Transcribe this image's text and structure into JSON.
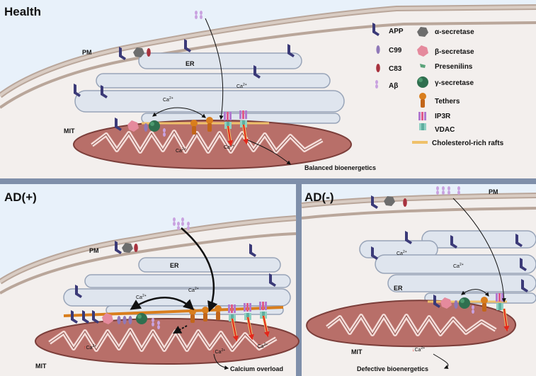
{
  "panels": {
    "health": {
      "title": "Health",
      "pm": "PM",
      "er": "ER",
      "mit": "MIT",
      "ca": "Ca",
      "sup": "2+",
      "outcome": "Balanced bioenergetics"
    },
    "ad_plus": {
      "title": "AD(+)",
      "pm": "PM",
      "er": "ER",
      "mit": "MIT",
      "ca": "Ca",
      "sup": "2+",
      "outcome": "Calcium overload"
    },
    "ad_minus": {
      "title": "AD(-)",
      "pm": "PM",
      "er": "ER",
      "mit": "MIT",
      "ca": "Ca",
      "sup": "2+",
      "outcome": "Defective bioenergetics"
    }
  },
  "legend": {
    "app": "APP",
    "c99": "C99",
    "c83": "C83",
    "abeta": "Aβ",
    "alpha_secretase": "α-secretase",
    "beta_secretase": "β-secretase",
    "presenilins": "Presenilins",
    "gamma_secretase": "γ-secretase",
    "tethers": "Tethers",
    "ip3r": "IP3R",
    "vdac": "VDAC",
    "rafts": "Cholesterol-rich rafts"
  },
  "colors": {
    "app": "#3b3a78",
    "c99": "#8f78b8",
    "c83": "#a8323e",
    "abeta": "#c9a2e0",
    "alpha": "#6d6d6d",
    "beta": "#e58a9d",
    "presenilin": "#5aa37a",
    "gamma": "#2f6f4f",
    "tether": "#d97e1d",
    "mito": "#b86f69",
    "er": "#dfe5ee",
    "raft": "#efc16a"
  }
}
